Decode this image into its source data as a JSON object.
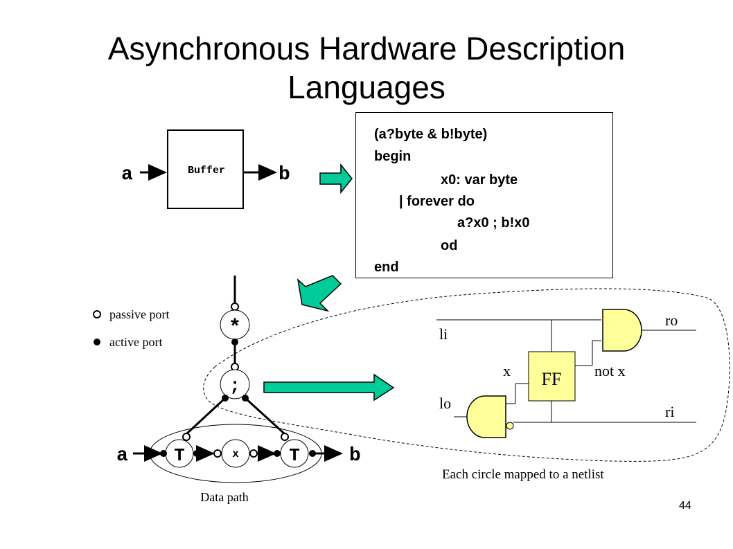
{
  "title": {
    "line1": "Asynchronous Hardware Description",
    "line2": "Languages"
  },
  "buffer_block": {
    "label": "Buffer",
    "input": "a",
    "output": "b"
  },
  "code": [
    "(a?byte & b!byte)",
    "begin",
    "x0: var byte",
    "| forever do",
    "a?x0 ; b!x0",
    "od",
    "end"
  ],
  "legend": {
    "passive": "passive port",
    "active": "active port"
  },
  "handshake": {
    "repeat": "*",
    "sequence": ";",
    "transfer_left": "T",
    "variable": "x",
    "transfer_right": "T",
    "input": "a",
    "output": "b",
    "caption": "Data path"
  },
  "netlist": {
    "ff": "FF",
    "li": "li",
    "lo": "lo",
    "ro": "ro",
    "ri": "ri",
    "x": "x",
    "not_x": "not x",
    "caption": "Each circle mapped to a netlist"
  },
  "slide_number": "44",
  "colors": {
    "arrow_fill": "#00CC99",
    "gate_fill": "#FFFF99",
    "ff_fill": "#FFFF99"
  }
}
